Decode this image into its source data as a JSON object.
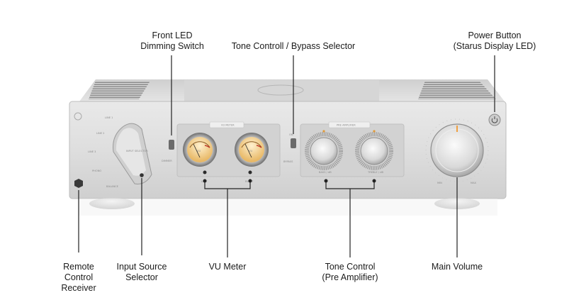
{
  "callouts": {
    "front_led": [
      "Front LED",
      "Dimming Switch"
    ],
    "tone_bypass": [
      "Tone Controll / Bypass Selector"
    ],
    "power_button": [
      "Power Button",
      "(Starus Display LED)"
    ],
    "remote_receiver": [
      "Remote",
      "Control",
      "Receiver"
    ],
    "input_selector": [
      "Input Source",
      "Selector"
    ],
    "vu_meter": [
      "VU Meter"
    ],
    "tone_control": [
      "Tone Control",
      "(Pre Amplifier)"
    ],
    "main_volume": [
      "Main Volume"
    ]
  },
  "panel_labels": {
    "vu_badge": "VU METER",
    "pre_amp_badge": "PRE AMPLIFIER",
    "left": "LEFT",
    "right": "RIGHT",
    "bass": "BASS / dB",
    "treble": "TREBLE / dB",
    "on": "ON",
    "bypass": "BYPASS",
    "dimmer": "DIMMER",
    "vu_scale": "VU",
    "min": "MIN",
    "max": "MAX",
    "line1": "LINE 1",
    "line2": "LINE 2",
    "line3": "LINE 3",
    "phono": "PHONO",
    "balance": "BALANCE",
    "input_selector_text": "INPUT SELECTOR"
  },
  "colors": {
    "chassis": "#dcdcdc",
    "vu_face": "#f2d9a8",
    "callout_line": "#222222"
  }
}
